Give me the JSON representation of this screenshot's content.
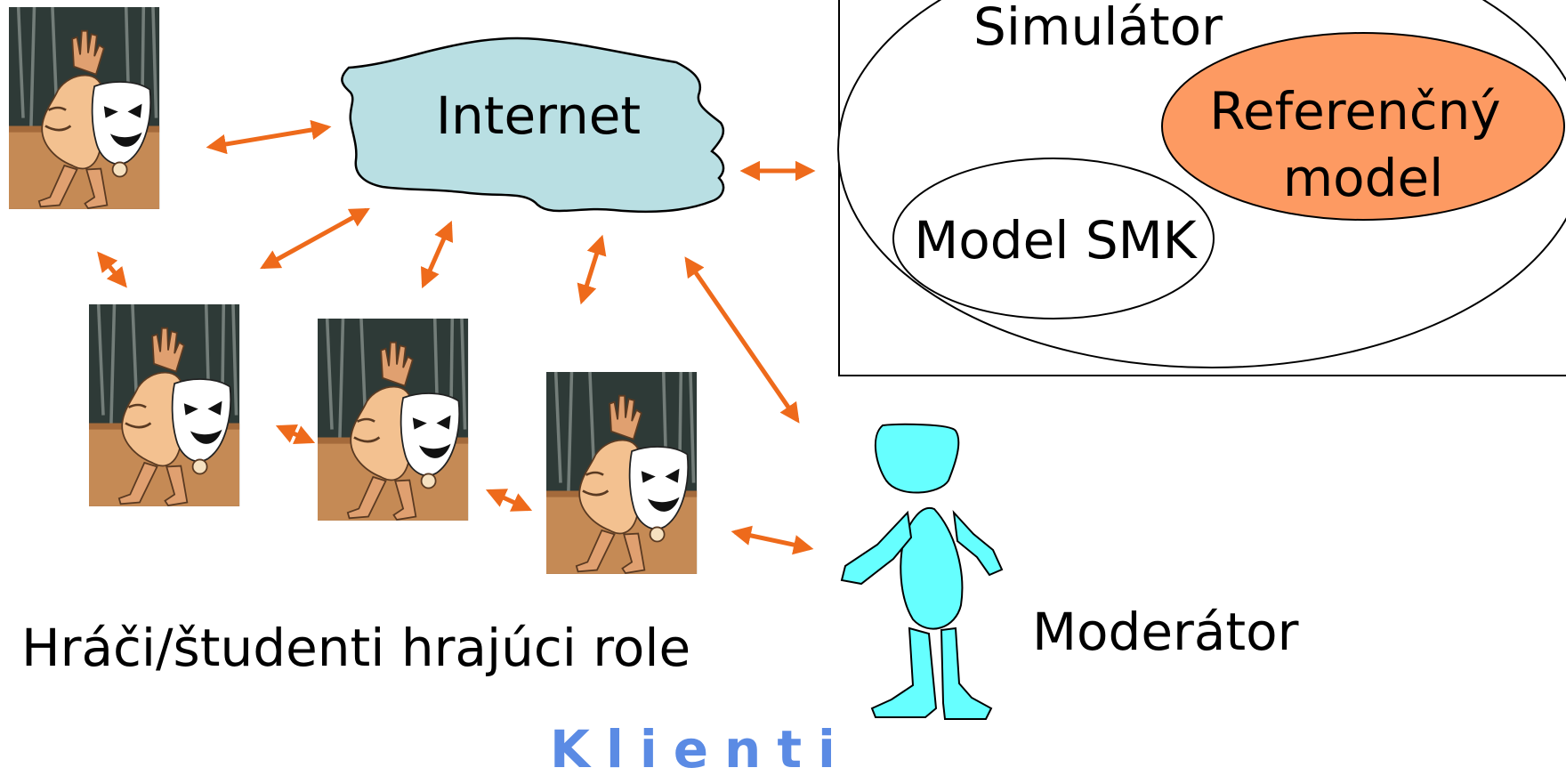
{
  "diagram": {
    "internet_label": "Internet",
    "simulator_label": "Simulátor",
    "reference_model_line1": "Referenčný",
    "reference_model_line2": "model",
    "smk_model_label": "Model SMK",
    "players_label": "Hráči/študenti hrajúci role",
    "moderator_label": "Moderátor",
    "clients_label": "Klienti",
    "player_icon": "theater-mask-player-icon",
    "moderator_icon": "stick-figure-person-icon"
  },
  "colors": {
    "arrow": "#ee6a1b",
    "cloud": "#b9dfe3",
    "reference_model": "#fd9a62",
    "moderator": "#66ffff",
    "clients_text": "#5b8be4"
  }
}
